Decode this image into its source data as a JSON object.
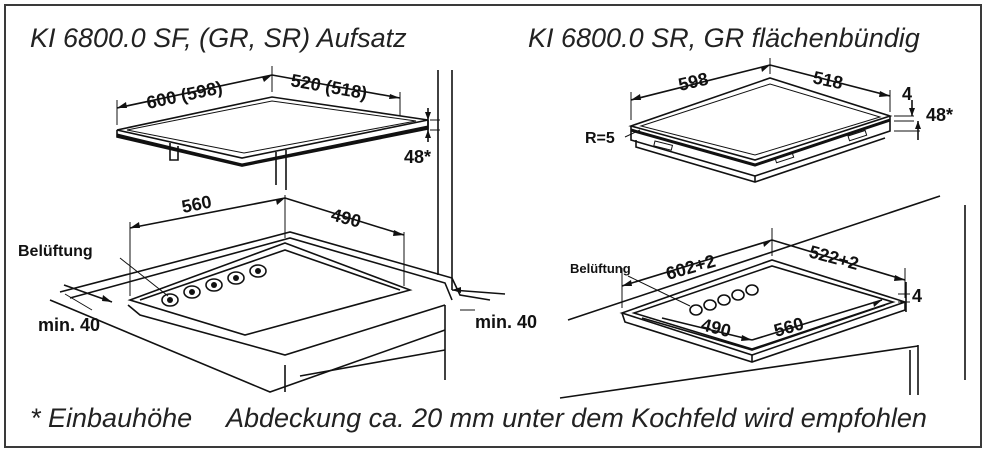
{
  "titles": {
    "left": "KI 6800.0 SF, (GR, SR) Aufsatz",
    "right": "KI 6800.0 SR, GR flächenbündig"
  },
  "left_top": {
    "width": "600 (598)",
    "depth": "520 (518)",
    "height": "48*"
  },
  "left_bottom": {
    "cut_width": "560",
    "cut_depth": "490",
    "vent": "Belüftung",
    "min_left": "min. 40",
    "min_right": "min. 40"
  },
  "right_top": {
    "width": "598",
    "depth": "518",
    "thickness": "4",
    "height": "48*",
    "radius": "R=5"
  },
  "right_bottom": {
    "vent": "Belüftung",
    "outer_width": "602+2",
    "outer_depth": "522+2",
    "recess": "4",
    "cut_depth": "490",
    "cut_width": "560"
  },
  "footer": {
    "note": "* Einbauhöhe",
    "recommendation": "Abdeckung ca. 20 mm unter dem Kochfeld wird empfohlen"
  }
}
